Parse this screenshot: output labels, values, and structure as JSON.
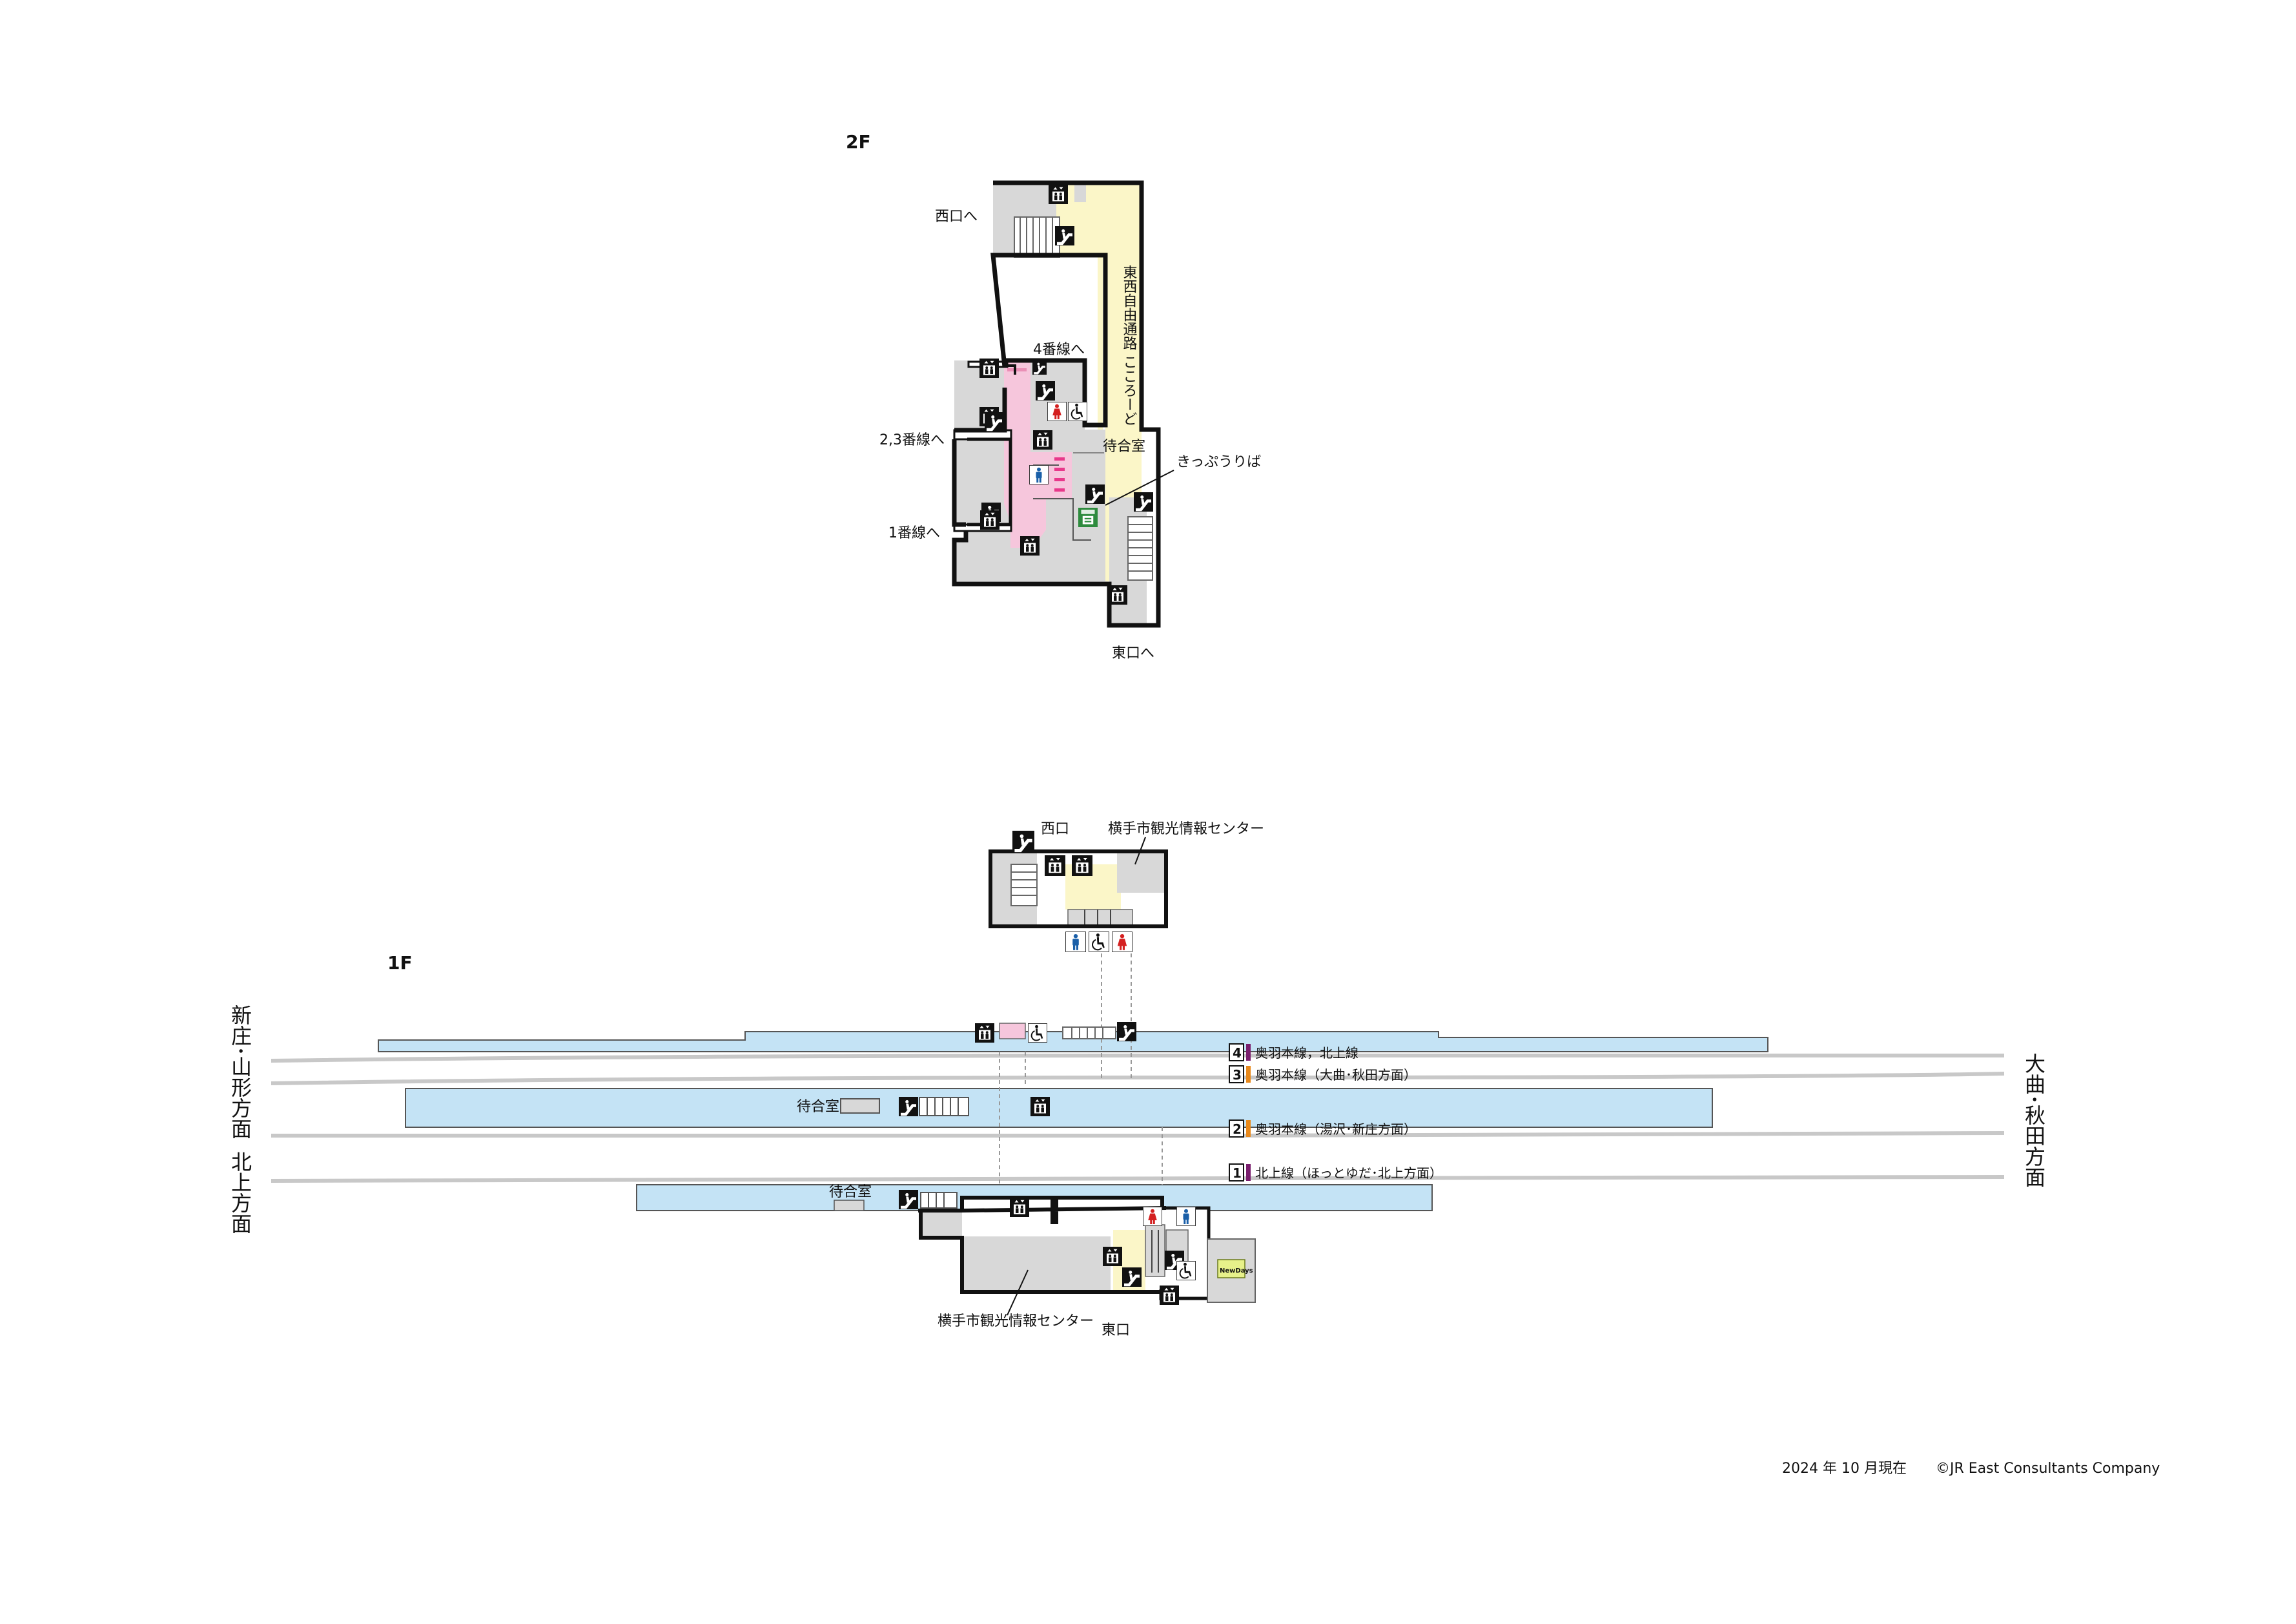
{
  "floor_2f": {
    "title": "2F",
    "west_exit": "西口へ",
    "corridor": "東西自由通路 こころーど",
    "to_track4": "4番線へ",
    "to_track23": "2,3番線へ",
    "to_track1": "1番線へ",
    "waiting_room": "待合室",
    "ticket_office": "きっぷうりば",
    "east_exit": "東口へ"
  },
  "floor_1f": {
    "title": "1F",
    "west_exit": "西口",
    "tourist_center": "横手市観光情報センター",
    "east_exit": "東口",
    "waiting_room": "待合室",
    "direction_left_upper": "新庄･山形方面",
    "direction_left_lower": "北上方面",
    "direction_right": "大曲･秋田方面",
    "newdays": "NewDays",
    "tracks": [
      {
        "number": "4",
        "line": "奥羽本線，北上線",
        "color": "#7a1f6e"
      },
      {
        "number": "3",
        "line": "奥羽本線（大曲･秋田方面）",
        "color": "#e8891c"
      },
      {
        "number": "2",
        "line": "奥羽本線（湯沢･新庄方面）",
        "color": "#e8891c"
      },
      {
        "number": "1",
        "line": "北上線（ほっとゆだ･北上方面）",
        "color": "#7a1f6e"
      }
    ]
  },
  "footer": {
    "date": "2024 年 10 月現在",
    "copyright": "©JR East Consultants Company"
  },
  "colors": {
    "platform": "#c4e3f5",
    "free_passage": "#fbf6c8",
    "gate_area": "#f6c6dc",
    "room": "#d8d8d8",
    "track": "#c8c8c8",
    "toilet_male": "#1a5fa8",
    "toilet_female": "#d42020",
    "ticket_machine": "#2e8b3e"
  },
  "icons": [
    "elevator-icon",
    "escalator-icon",
    "toilet-male-icon",
    "toilet-female-icon",
    "accessible-icon",
    "ticket-machine-icon"
  ]
}
